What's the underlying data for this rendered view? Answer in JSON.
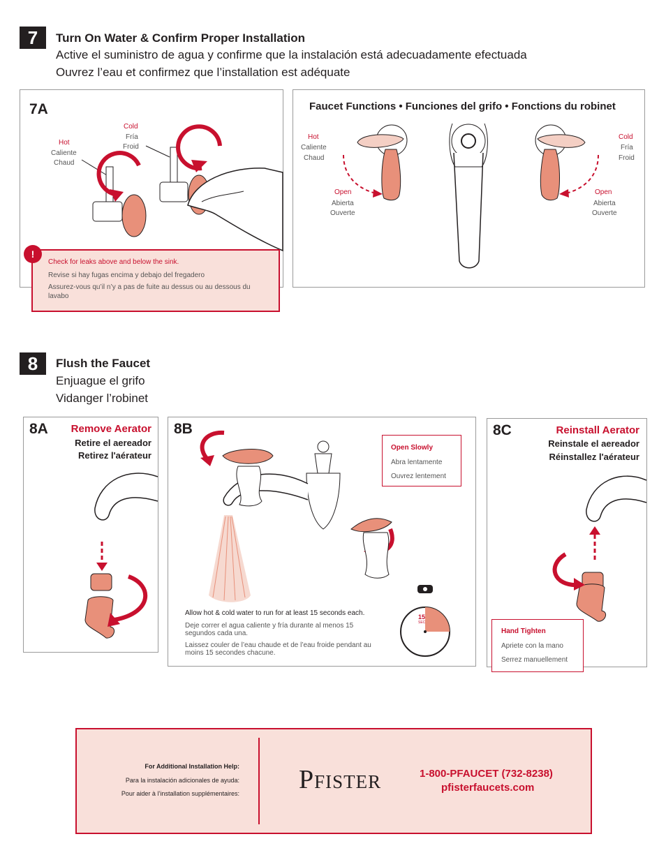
{
  "step7": {
    "number": "7",
    "title_en": "Turn On Water & Confirm Proper Installation",
    "title_es": "Active el suministro de agua y confirme que la instalación está adecuadamente efectuada",
    "title_fr": "Ouvrez l’eau et confirmez que l’installation est adéquate",
    "panel_7a": {
      "label": "7A",
      "hot": "Hot",
      "hot_es": "Caliente",
      "hot_fr": "Chaud",
      "cold": "Cold",
      "cold_es": "Fría",
      "cold_fr": "Froid",
      "warning_icon": "!",
      "warning_en": "Check for leaks above and below the sink.",
      "warning_es": "Revise si hay fugas encima y debajo del fregadero",
      "warning_fr": "Assurez-vous qu’il n’y a pas de fuite au dessus ou au dessous du lavabo"
    },
    "panel_functions": {
      "title": "Faucet Functions • Funciones del grifo •  Fonctions du robinet",
      "hot": "Hot",
      "hot_es": "Caliente",
      "hot_fr": "Chaud",
      "cold": "Cold",
      "cold_es": "Fría",
      "cold_fr": "Froid",
      "open_left": "Open",
      "open_left_es": "Abierta",
      "open_left_fr": "Ouverte",
      "open_right": "Open",
      "open_right_es": "Abierta",
      "open_right_fr": "Ouverte"
    }
  },
  "step8": {
    "number": "8",
    "title_en": "Flush the Faucet",
    "title_es": "Enjuague el grifo",
    "title_fr": "Vidanger l’robinet",
    "panel_8a": {
      "label": "8A",
      "title_en": "Remove Aerator",
      "title_es": "Retire el aereador",
      "title_fr": "Retirez l'aérateur"
    },
    "panel_8b": {
      "label": "8B",
      "note_en": "Open Slowly",
      "note_es": "Abra lentamente",
      "note_fr": "Ouvrez lentement",
      "text_en": "Allow hot & cold water to run for at least 15 seconds each.",
      "text_es": "Deje correr el agua caliente y fría durante al menos 15 segundos cada una.",
      "text_fr": "Laissez couler de l’eau chaude et de l’eau froide pendant au moins 15 secondes chacune.",
      "timer_value": "15",
      "timer_unit": "SEC"
    },
    "panel_8c": {
      "label": "8C",
      "title_en": "Reinstall Aerator",
      "title_es": "Reinstale el aereador",
      "title_fr": "Réinstallez l'aérateur",
      "note_en": "Hand Tighten",
      "note_es": "Apriete con la mano",
      "note_fr": "Serrez manuellement"
    }
  },
  "footer": {
    "help_en": "For Additional Installation Help:",
    "help_es": "Para la instalación adicionales de ayuda:",
    "help_fr": "Pour aider à l’installation supplémentaires:",
    "logo": "Pfister",
    "phone": "1-800-PFAUCET (732-8238)",
    "website": "pfisterfaucets.com"
  },
  "colors": {
    "accent": "#c8102e",
    "copper": "#e8907a",
    "box_fill": "#f9e0da"
  }
}
